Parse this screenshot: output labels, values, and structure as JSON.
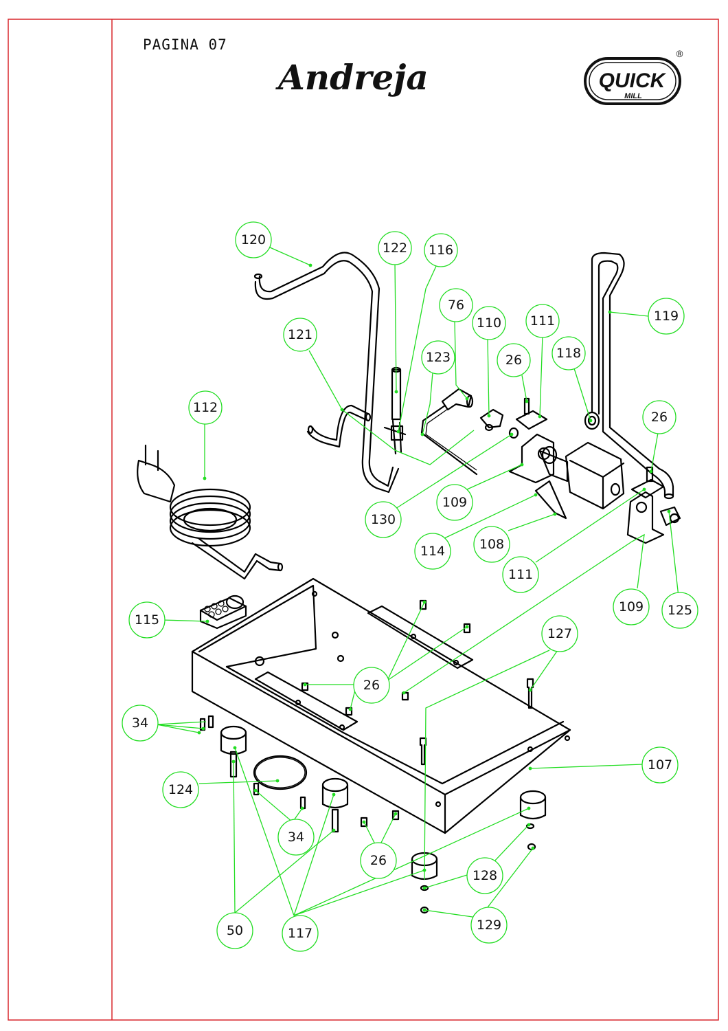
{
  "header": {
    "page_label": "PAGINA 07",
    "model_name": "Andreja",
    "logo": {
      "brand": "QUICK",
      "sub": "MILL",
      "registered_mark": "®"
    }
  },
  "colors": {
    "frame": "#d9262c",
    "callout": "#22dd22",
    "linework": "#000000"
  },
  "callouts": [
    {
      "label": "120"
    },
    {
      "label": "122"
    },
    {
      "label": "116"
    },
    {
      "label": "76"
    },
    {
      "label": "110"
    },
    {
      "label": "111"
    },
    {
      "label": "119"
    },
    {
      "label": "121"
    },
    {
      "label": "123"
    },
    {
      "label": "26"
    },
    {
      "label": "118"
    },
    {
      "label": "112"
    },
    {
      "label": "26"
    },
    {
      "label": "130"
    },
    {
      "label": "109"
    },
    {
      "label": "114"
    },
    {
      "label": "108"
    },
    {
      "label": "111"
    },
    {
      "label": "109"
    },
    {
      "label": "125"
    },
    {
      "label": "115"
    },
    {
      "label": "127"
    },
    {
      "label": "26"
    },
    {
      "label": "34"
    },
    {
      "label": "107"
    },
    {
      "label": "124"
    },
    {
      "label": "34"
    },
    {
      "label": "26"
    },
    {
      "label": "128"
    },
    {
      "label": "50"
    },
    {
      "label": "117"
    },
    {
      "label": "129"
    }
  ]
}
